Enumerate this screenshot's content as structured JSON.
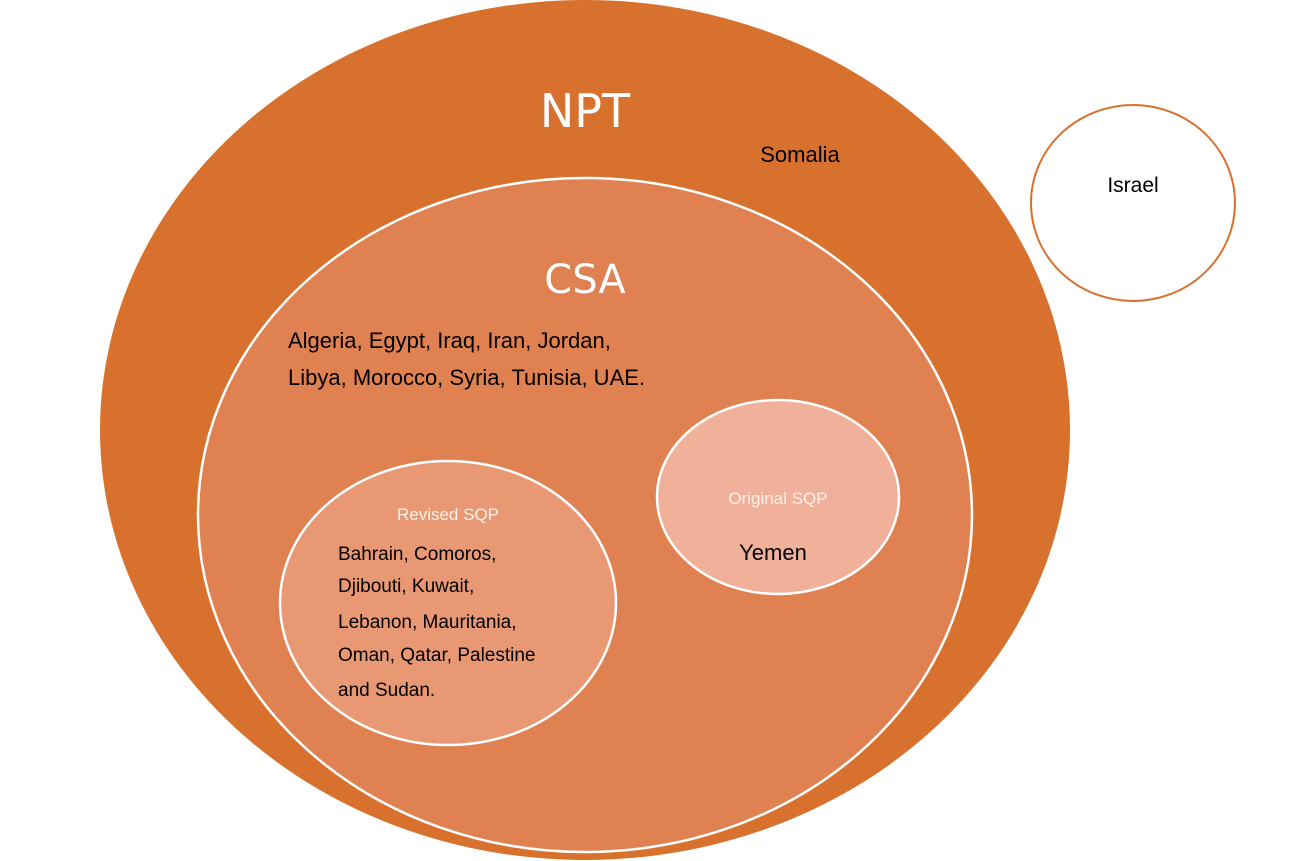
{
  "npt": {
    "title": "NPT",
    "member": "Somalia",
    "fill": "#d8712d"
  },
  "csa": {
    "title": "CSA",
    "members_line1": "Algeria, Egypt, Iraq, Iran, Jordan,",
    "members_line2": "Libya, Morocco, Syria, Tunisia, UAE.",
    "fill": "#e08152"
  },
  "revised_sqp": {
    "title": "Revised SQP",
    "members": [
      "Bahrain, Comoros,",
      "Djibouti, Kuwait,",
      "Lebanon, Mauritania,",
      "Oman, Qatar, Palestine",
      "and Sudan."
    ],
    "fill": "#e99874"
  },
  "original_sqp": {
    "title": "Original SQP",
    "member": "Yemen",
    "fill": "#f0b09a"
  },
  "outside": {
    "member": "Israel",
    "stroke": "#d8712d"
  }
}
